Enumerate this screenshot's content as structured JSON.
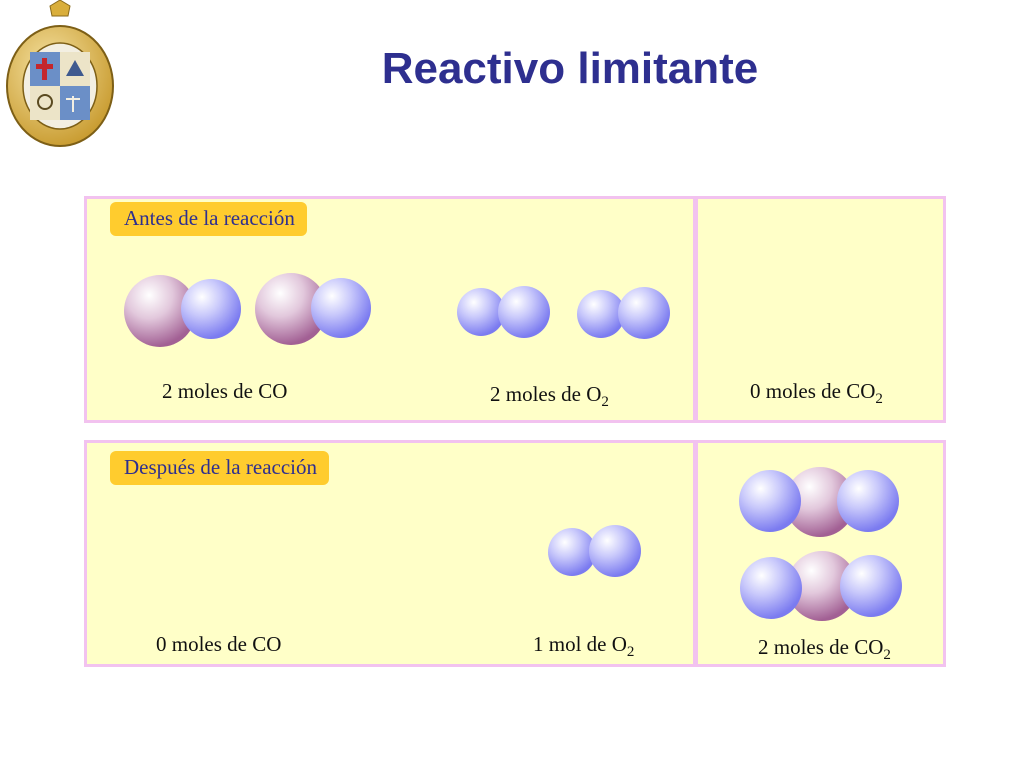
{
  "title": "Reactivo limitante",
  "before": {
    "badge": "Antes de la reacción",
    "co": {
      "text": "2 moles de CO",
      "count": 2
    },
    "o2": {
      "text": "2 moles de O",
      "sub": "2",
      "count": 2
    },
    "co2": {
      "text": "0 moles de CO",
      "sub": "2",
      "count": 0
    }
  },
  "after": {
    "badge": "Después de la reacción",
    "co": {
      "text": "0 moles de CO",
      "count": 0
    },
    "o2": {
      "text": "1 mol de O",
      "sub": "2",
      "count": 1
    },
    "co2": {
      "text": "2 moles de CO",
      "sub": "2",
      "count": 2
    }
  },
  "colors": {
    "title": "#2e2f8f",
    "panel_fill": "#ffffc8",
    "panel_border": "#f2c2ef",
    "badge_fill": "#ffcc2e",
    "oxygen_atom": "#8a8af5",
    "carbon_atom": "#b0709c"
  },
  "icons": {
    "logo": "university-crest-icon",
    "oxygen": "oxygen-atom-icon",
    "carbon": "carbon-atom-icon"
  }
}
